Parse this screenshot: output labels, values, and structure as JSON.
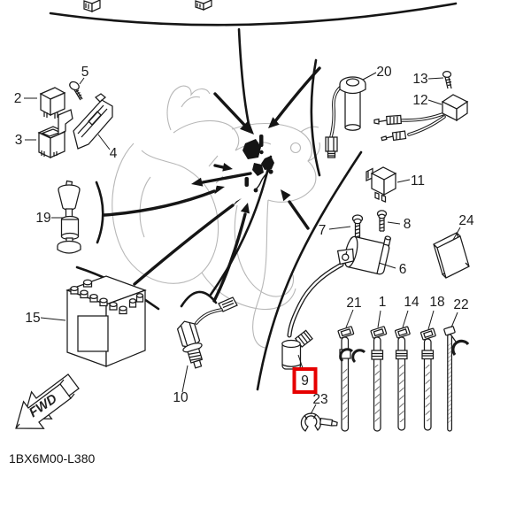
{
  "diagram": {
    "code": "1BX6M00-L380",
    "fwd_label": "FWD",
    "highlight": {
      "part": "9",
      "color": "#e60000"
    },
    "labels": {
      "p1": "1",
      "p2": "2",
      "p3": "3",
      "p4": "4",
      "p5": "5",
      "p6": "6",
      "p7": "7",
      "p8": "8",
      "p9": "9",
      "p10": "10",
      "p11": "11",
      "p12": "12",
      "p13": "13",
      "p14": "14",
      "p15": "15",
      "p18": "18",
      "p19": "19",
      "p20": "20",
      "p21": "21",
      "p22": "22",
      "p23": "23",
      "p24": "24"
    }
  }
}
